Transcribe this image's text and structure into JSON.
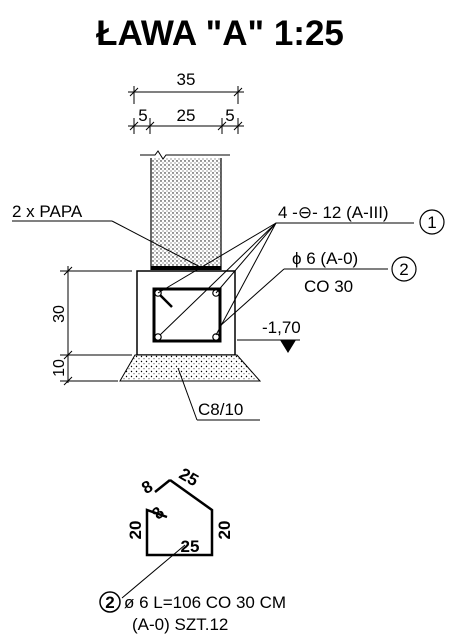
{
  "title": "ŁAWA \"A\"  1:25",
  "top_dimensions": {
    "overall": "35",
    "left": "5",
    "middle": "25",
    "right": "5"
  },
  "side_dimensions": {
    "upper": "30",
    "lower": "10"
  },
  "labels": {
    "papa": "2 x PAPA",
    "main_bars": "4 -⊖- 12 (A-III)",
    "main_bars_mark": "1",
    "stirrup": "ϕ  6 (A-0)",
    "stirrup_spacing": "CO 30",
    "stirrup_mark": "2",
    "level": "-1,70",
    "lean_concrete": "C8/10"
  },
  "stirrup_detail": {
    "hook1": "8",
    "hook2": "8",
    "top_edge": "25",
    "left_edge": "20",
    "right_edge": "20",
    "bottom_edge": "25",
    "mark": "2",
    "spec_line1": "ø 6 L=106 CO 30 CM",
    "spec_line2": "(A-0)  SZT.12"
  }
}
